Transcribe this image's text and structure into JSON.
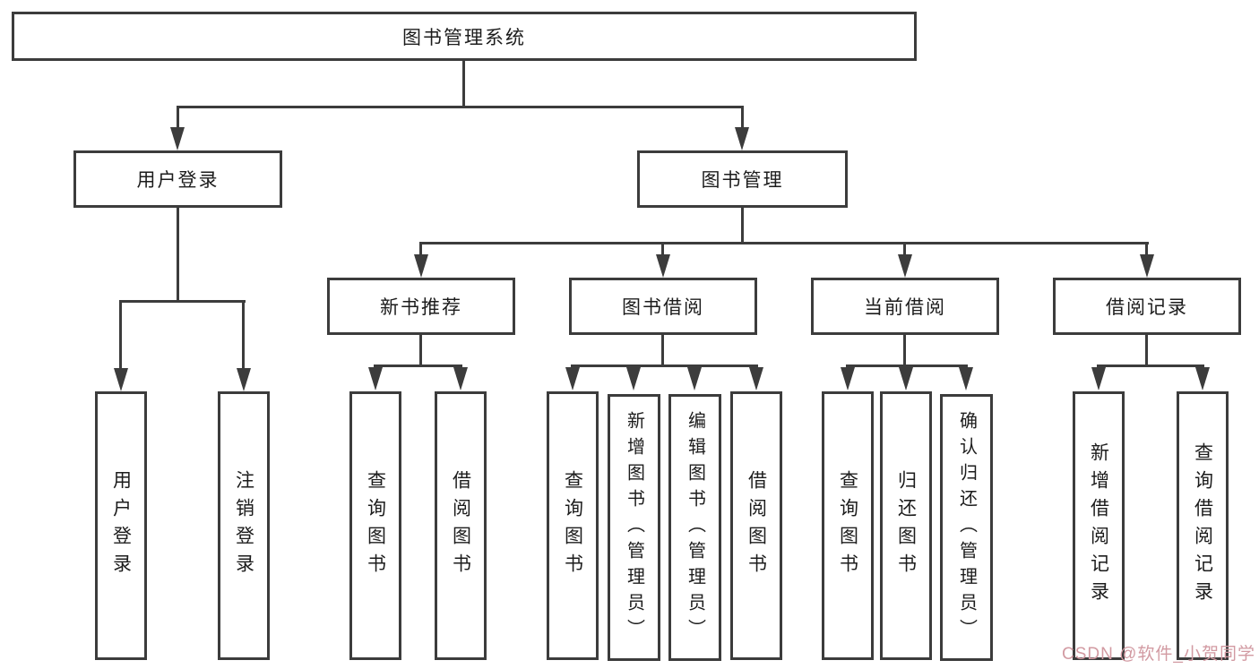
{
  "root": {
    "label": "图书管理系统"
  },
  "branches": {
    "user_login": {
      "label": "用户登录",
      "children": [
        {
          "label": "用户登录"
        },
        {
          "label": "注销登录"
        }
      ]
    },
    "book_management": {
      "label": "图书管理",
      "sections": [
        {
          "label": "新书推荐",
          "children": [
            {
              "label": "查询图书"
            },
            {
              "label": "借阅图书"
            }
          ]
        },
        {
          "label": "图书借阅",
          "children": [
            {
              "label": "查询图书"
            },
            {
              "label": "新增图书（管理员）"
            },
            {
              "label": "编辑图书（管理员）"
            },
            {
              "label": "借阅图书"
            }
          ]
        },
        {
          "label": "当前借阅",
          "children": [
            {
              "label": "查询图书"
            },
            {
              "label": "归还图书"
            },
            {
              "label": "确认归还（管理员）"
            }
          ]
        },
        {
          "label": "借阅记录",
          "children": [
            {
              "label": "新增借阅记录"
            },
            {
              "label": "查询借阅记录"
            }
          ]
        }
      ]
    }
  },
  "watermark": "CSDN @软件_小贺同学",
  "colors": {
    "line": "#3c3c3c",
    "text": "#1c1c1c",
    "background": "#ffffff",
    "watermark": "#d29aa2"
  }
}
